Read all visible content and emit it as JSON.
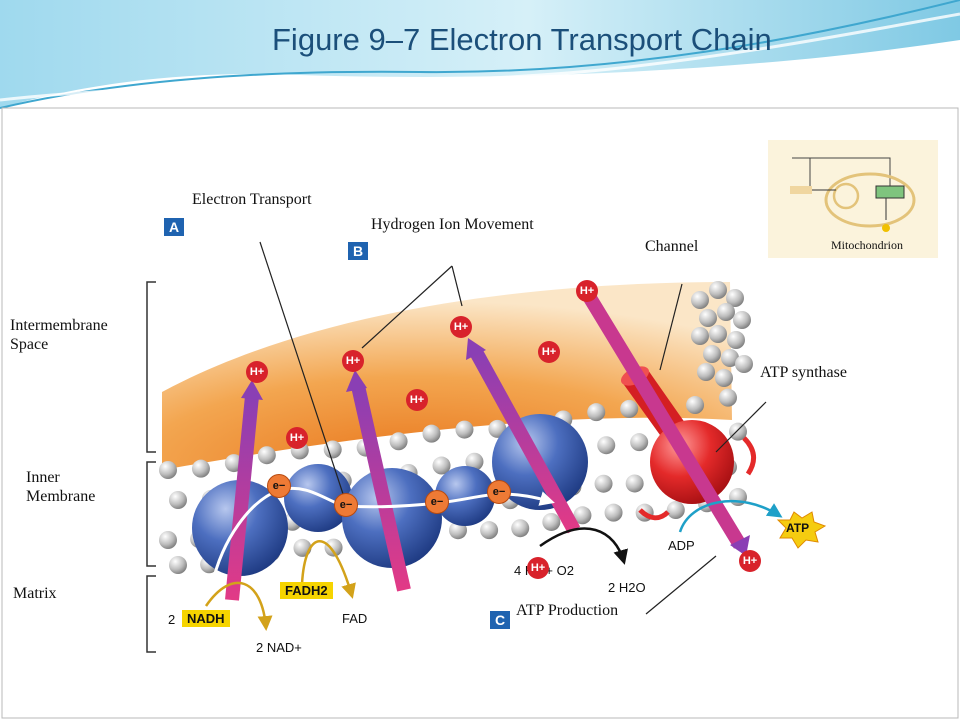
{
  "title": "Figure 9–7 Electron Transport Chain",
  "labels": {
    "electron_transport": "Electron Transport",
    "hydrogen_ion_movement": "Hydrogen Ion Movement",
    "channel": "Channel",
    "mitochondrion": "Mitochondrion",
    "intermembrane_space": "Intermembrane Space",
    "atp_synthase": "ATP synthase",
    "inner_membrane": "Inner Membrane",
    "matrix": "Matrix",
    "atp_production": "ATP Production"
  },
  "step_badges": {
    "a": "A",
    "b": "B",
    "c": "C"
  },
  "molecules": {
    "h_ion": "H+",
    "electron": "e−",
    "nadh_coeff": "2",
    "nadh": "NADH",
    "nad_plus": "2 NAD+",
    "fadh2": "FADH2",
    "fad": "FAD",
    "oxygen_reaction": "4 H+ + O2",
    "water": "2 H2O",
    "adp": "ADP",
    "atp": "ATP"
  },
  "colors": {
    "title": "#1b4f7a",
    "badge": "#1f63b0",
    "h_ion": "#d8222b",
    "electron": "#ee7a35",
    "protein": "#3a5fb0",
    "atp_synthase": "#e42a2a",
    "arrow_purple": "#a13fae",
    "arrow_magenta": "#d9308f",
    "intermembrane": "#f0a040",
    "nadh_box": "#f6d400",
    "atp_star": "#f5cc10"
  }
}
